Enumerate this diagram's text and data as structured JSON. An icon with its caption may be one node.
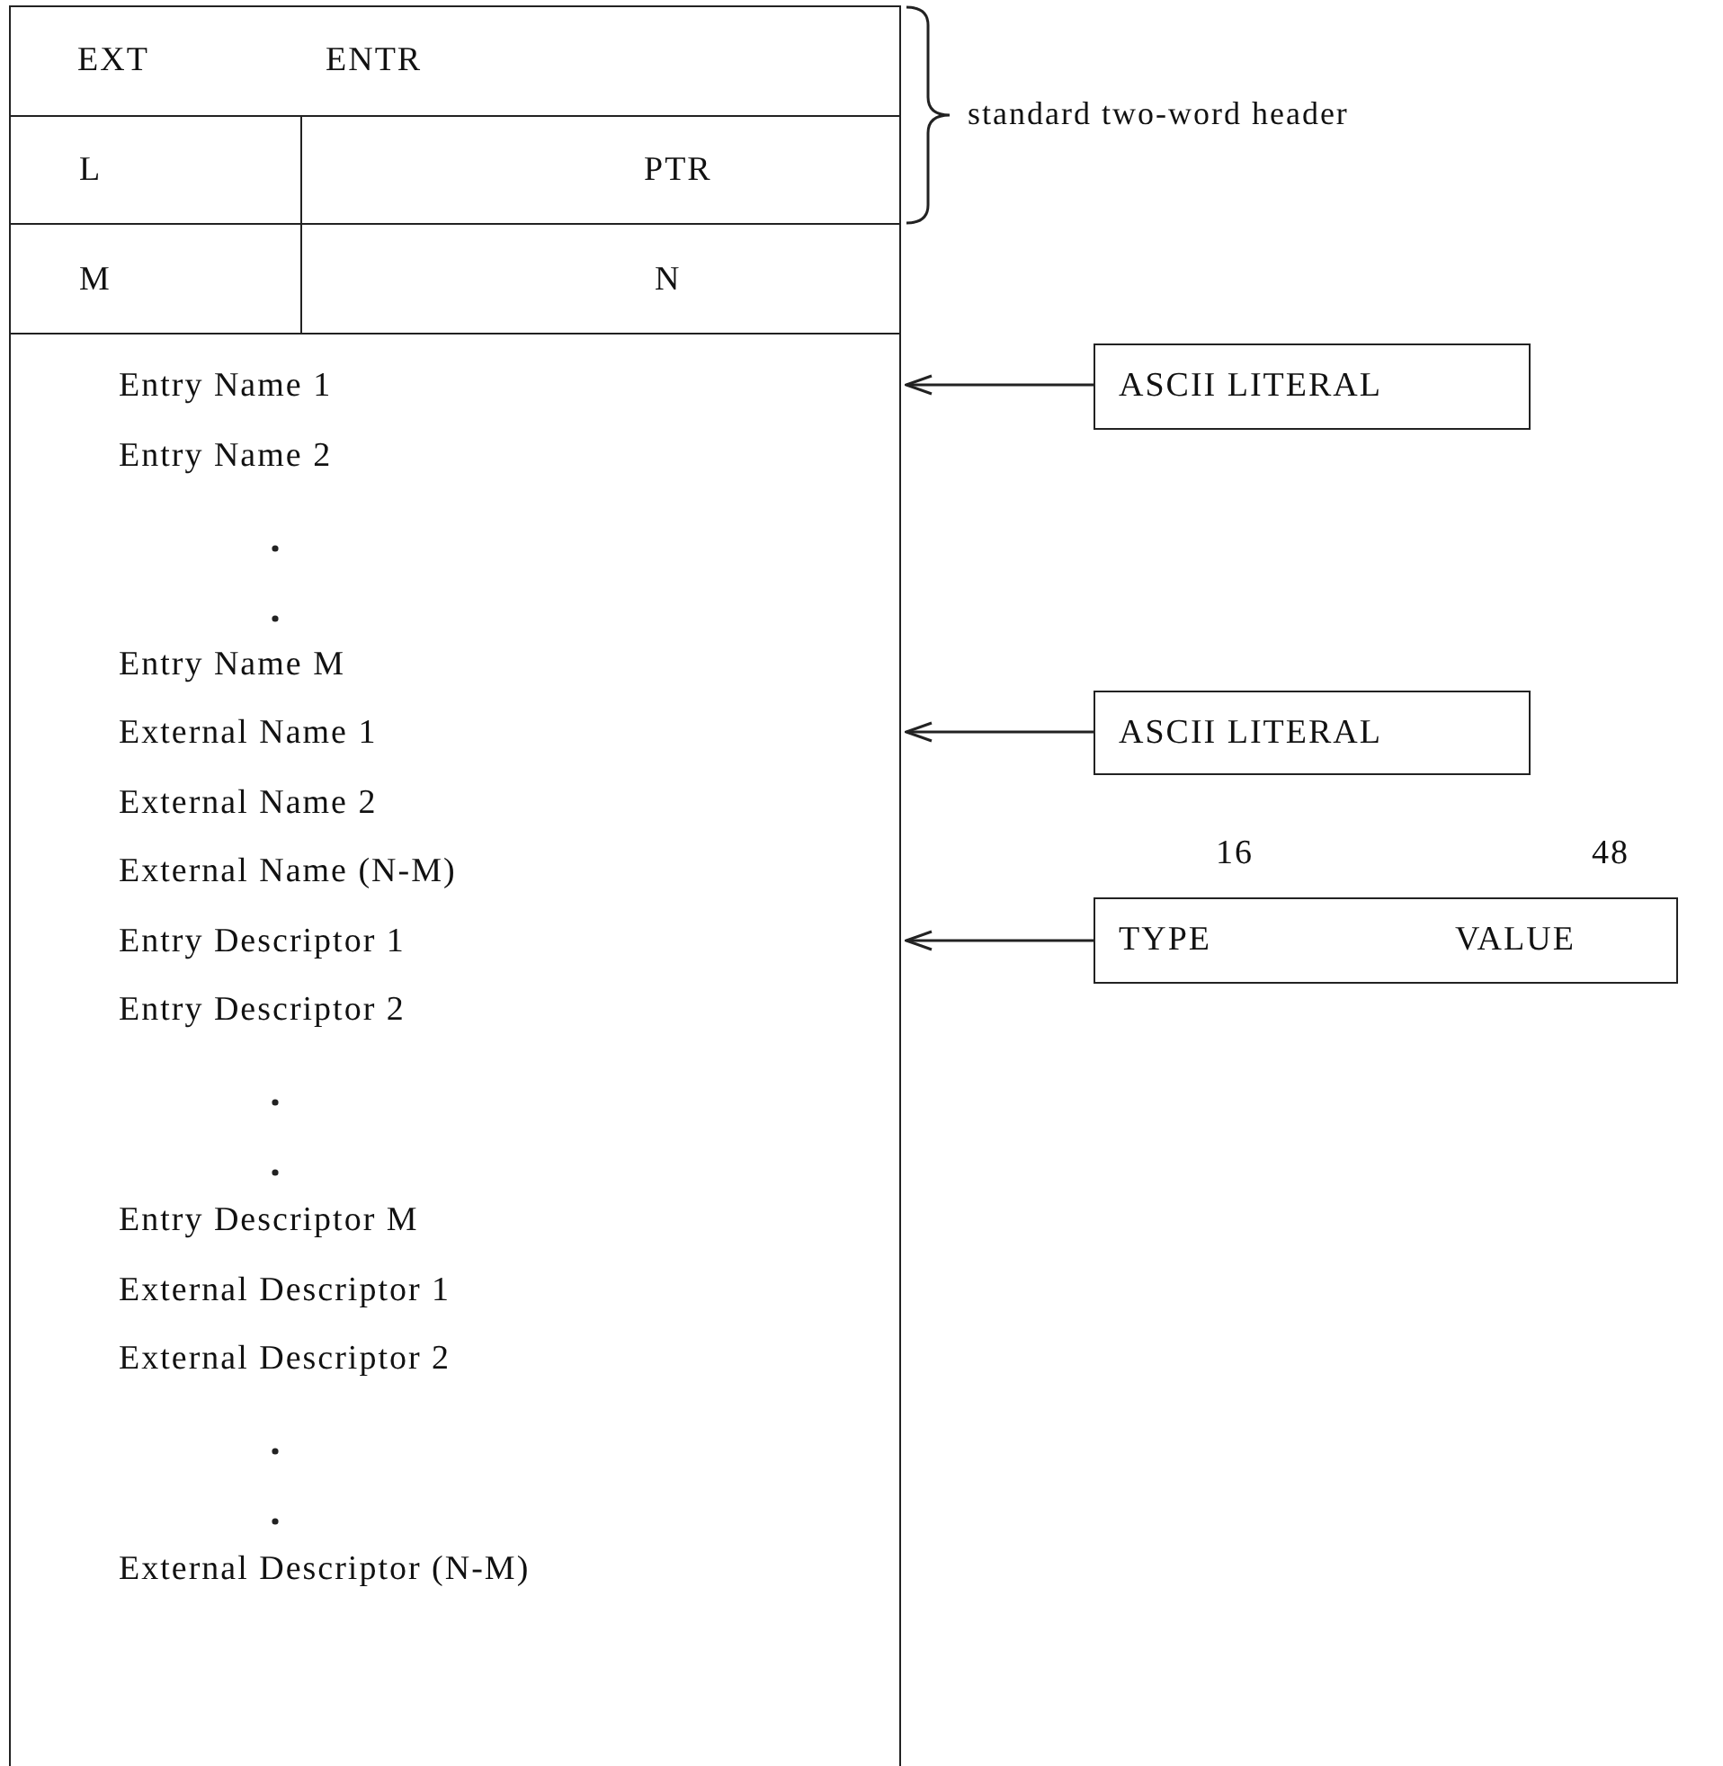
{
  "diagram": {
    "nodes": [
      {
        "text": [
          "EXT",
          "ENTR"
        ]
      },
      {
        "text": [
          "L"
        ]
      },
      {
        "text": [
          "PTR"
        ]
      },
      {
        "text": [
          "M"
        ]
      },
      {
        "text": [
          "N"
        ]
      },
      {
        "text": [
          "Entry Name 1",
          "Entry Name 2",
          "Entry Name M",
          "External Name 1",
          "External Name 2",
          "External Name (N-M)",
          "Entry Descriptor 1",
          "Entry Descriptor 2",
          "Entry Descriptor M",
          "External Descriptor 1",
          "External Descriptor 2",
          "External Descriptor (N-M)"
        ]
      },
      {
        "text": [
          "ASCII LITERAL"
        ]
      },
      {
        "text": [
          "ASCII LITERAL"
        ]
      },
      {
        "text": [
          "TYPE",
          "VALUE"
        ],
        "beside": [
          "16",
          "48"
        ]
      }
    ],
    "edges": [
      {
        "from": 6,
        "to": 5,
        "arrow": "to"
      },
      {
        "from": 7,
        "to": 5,
        "arrow": "to"
      },
      {
        "from": 8,
        "to": 5,
        "arrow": "to"
      }
    ],
    "labels": [
      "standard two-word header"
    ]
  }
}
